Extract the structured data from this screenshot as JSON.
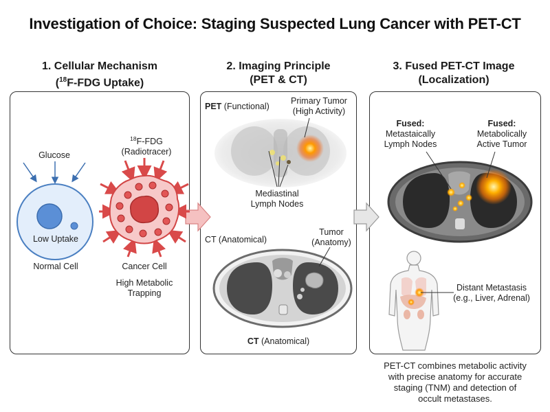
{
  "title": "Investigation of Choice: Staging Suspected Lung Cancer with PET-CT",
  "panels": {
    "p1": {
      "heading_line1": "1. Cellular Mechanism",
      "heading_line2_pre": "(",
      "heading_line2_sup": "18",
      "heading_line2_post": "F-FDG Uptake)",
      "glucose": "Glucose",
      "low_uptake": "Low Uptake",
      "normal_cell": "Normal Cell",
      "tracer_sup": "18",
      "tracer_post": "F-FDG",
      "tracer_sub": "(Radiotracer)",
      "cancer_cell": "Cancer Cell",
      "high_metabolic_line1": "High Metabolic",
      "high_metabolic_line2": "Trapping"
    },
    "p2": {
      "heading_line1": "2. Imaging Principle",
      "heading_line2": "(PET & CT)",
      "pet_bold": "PET",
      "pet_rest": " (Functional)",
      "primary_tumor_line1": "Primary Tumor",
      "primary_tumor_line2": "(High Activity)",
      "mediastinal_line1": "Mediastinal",
      "mediastinal_line2": "Lymph Nodes",
      "ct_label": "CT (Anatomical)",
      "tumor_line1": "Tumor",
      "tumor_line2": "(Anatomy)",
      "ct_bottom_bold": "CT",
      "ct_bottom_rest": " (Anatomical)"
    },
    "p3": {
      "heading_line1": "3. Fused PET-CT Image",
      "heading_line2": "(Localization)",
      "fused1_bold": "Fused:",
      "fused1_line2": "Metastaically",
      "fused1_line3": "Lymph Nodes",
      "fused2_bold": "Fused:",
      "fused2_line2": "Metabolically",
      "fused2_line3": "Active Tumor",
      "distant_line1": "Distant Metastasis",
      "distant_line2": "(e.g., Liver, Adrenal)"
    }
  },
  "caption": {
    "line1": "PET-CT combines metabolic activity",
    "line2": "with precise anatomy for accurate",
    "line3": "staging (TNM) and detection of",
    "line4": "occult metastases."
  },
  "colors": {
    "normal_cell_fill": "#e3eefb",
    "normal_cell_stroke": "#4a7fc1",
    "nucleus": "#5b8fd6",
    "cancer_fill": "#f7c9c9",
    "cancer_stroke": "#d24545",
    "tracer_arrow": "#d94a4a",
    "glucose_arrow": "#3c6fb0",
    "hot_spot": "#ff7a00"
  }
}
